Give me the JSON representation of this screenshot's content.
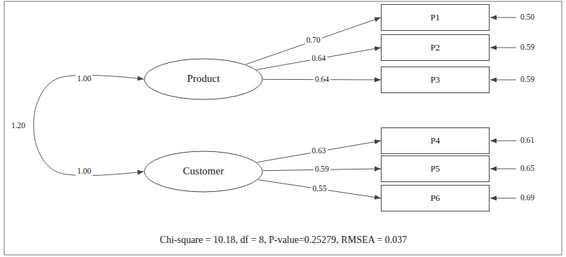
{
  "diagram": {
    "nodes": [
      {
        "text": [
          "Product"
        ]
      },
      {
        "text": [
          "Customer"
        ]
      },
      {
        "text": [
          "P1"
        ]
      },
      {
        "text": [
          "P2"
        ]
      },
      {
        "text": [
          "P3"
        ]
      },
      {
        "text": [
          "P4"
        ]
      },
      {
        "text": [
          "P5"
        ]
      },
      {
        "text": [
          "P6"
        ]
      }
    ],
    "edges": [
      {
        "from": 0,
        "to": 2,
        "label": "0.70",
        "arrow": "to"
      },
      {
        "from": 0,
        "to": 3,
        "label": "0.64",
        "arrow": "to"
      },
      {
        "from": 0,
        "to": 4,
        "label": "0.64",
        "arrow": "to"
      },
      {
        "from": 1,
        "to": 5,
        "label": "0.63",
        "arrow": "to"
      },
      {
        "from": 1,
        "to": 6,
        "label": "0.59",
        "arrow": "to"
      },
      {
        "from": 1,
        "to": 7,
        "label": "0.55",
        "arrow": "to"
      },
      {
        "from": 0,
        "to": 1,
        "label": "1.20",
        "arrow": "both"
      }
    ],
    "labels": [
      "1.00",
      "1.00",
      "0.50",
      "0.59",
      "0.59",
      "0.61",
      "0.65",
      "0.69",
      "Chi-square = 10.18, df = 8, P-value=0.25279, RMSEA = 0.037"
    ]
  }
}
